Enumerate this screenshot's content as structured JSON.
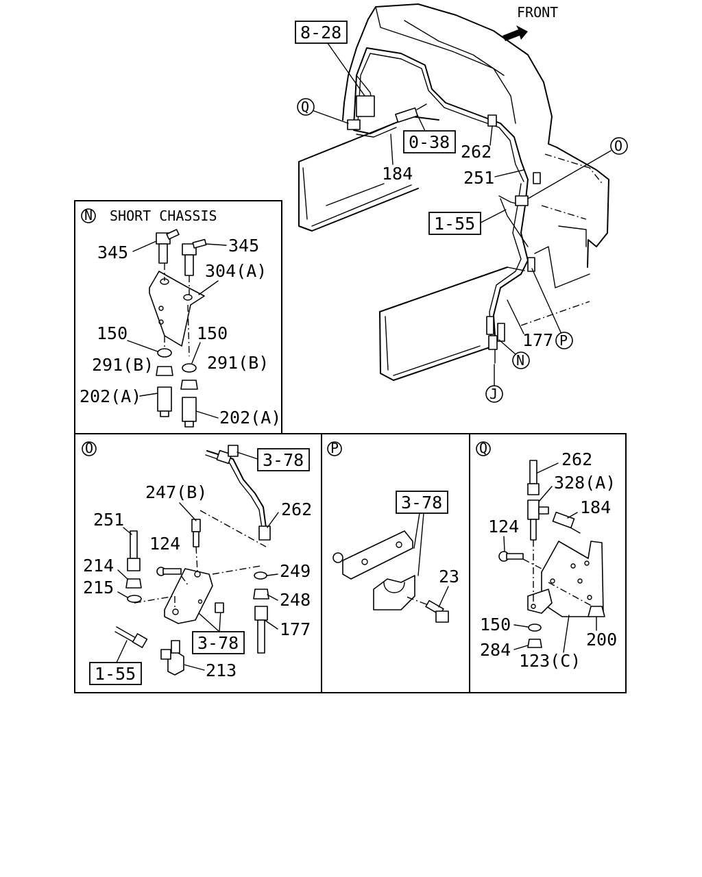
{
  "direction": {
    "label": "FRONT"
  },
  "main_view": {
    "ref_boxes": [
      "8-28",
      "0-38",
      "1-55"
    ],
    "parts": [
      "184",
      "262",
      "251",
      "177"
    ],
    "callouts": [
      "Q",
      "O",
      "P",
      "N",
      "J"
    ]
  },
  "panel_n": {
    "circle": "N",
    "title": "SHORT CHASSIS",
    "labels": {
      "a345_left": "345",
      "a345_right": "345",
      "a304": "304(A)",
      "a150_left": "150",
      "a150_right": "150",
      "a291_left": "291(B)",
      "a291_right": "291(B)",
      "a202_left": "202(A)",
      "a202_right": "202(A)"
    }
  },
  "panel_o": {
    "circle": "O",
    "ref_boxes": [
      "3-78",
      "3-78",
      "1-55"
    ],
    "labels": {
      "a247": "247(B)",
      "a262": "262",
      "a251": "251",
      "a124": "124",
      "a214": "214",
      "a215": "215",
      "a249": "249",
      "a248": "248",
      "a177": "177",
      "a213": "213"
    }
  },
  "panel_p": {
    "circle": "P",
    "ref_box": "3-78",
    "labels": {
      "a23": "23"
    }
  },
  "panel_q": {
    "circle": "Q",
    "labels": {
      "a262": "262",
      "a328": "328(A)",
      "a184": "184",
      "a124": "124",
      "a150": "150",
      "a284": "284",
      "a123": "123(C)",
      "a200": "200"
    }
  }
}
